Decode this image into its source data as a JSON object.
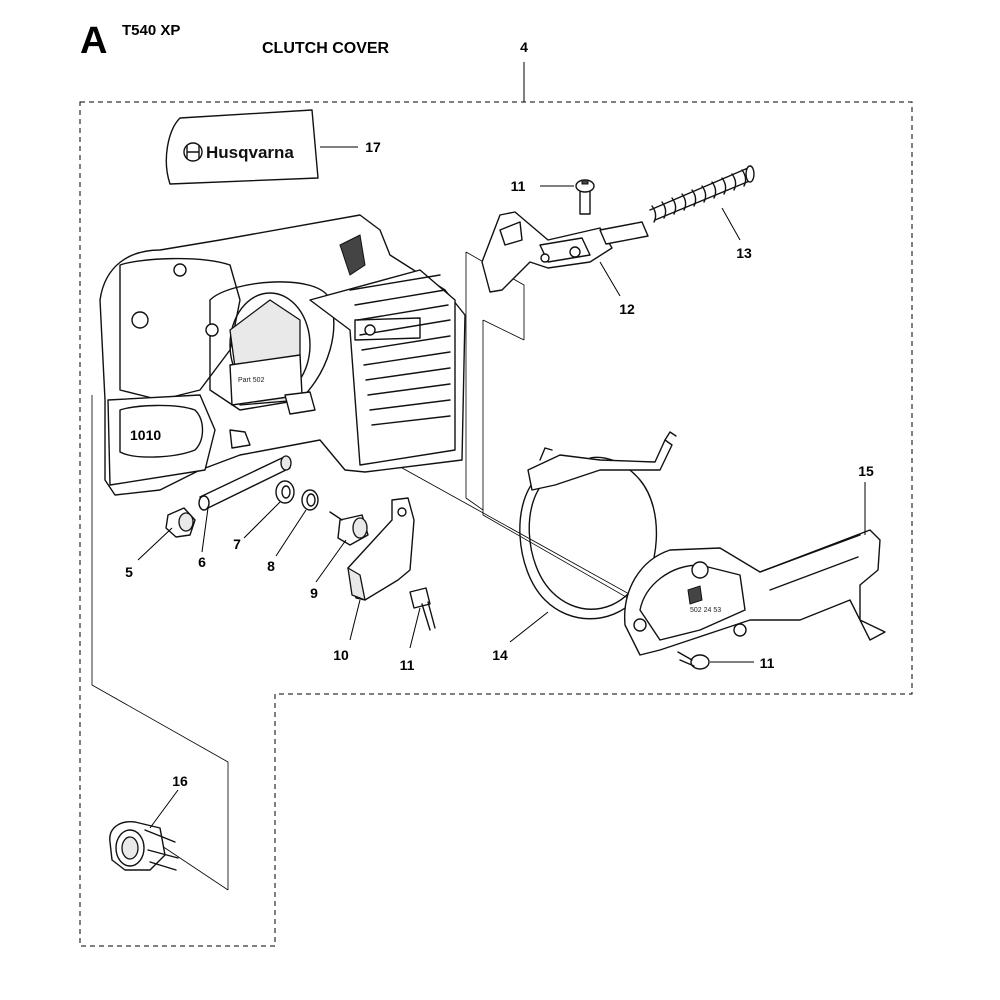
{
  "header": {
    "section_letter": "A",
    "model": "T540 XP",
    "title": "CLUTCH COVER"
  },
  "logo": {
    "brand_text": "Husqvarna"
  },
  "callouts": {
    "c4": "4",
    "c5": "5",
    "c6": "6",
    "c7": "7",
    "c8": "8",
    "c9": "9",
    "c10": "10",
    "c11a": "11",
    "c11b": "11",
    "c11c": "11",
    "c12": "12",
    "c13": "13",
    "c14": "14",
    "c15": "15",
    "c16": "16",
    "c17": "17"
  }
}
